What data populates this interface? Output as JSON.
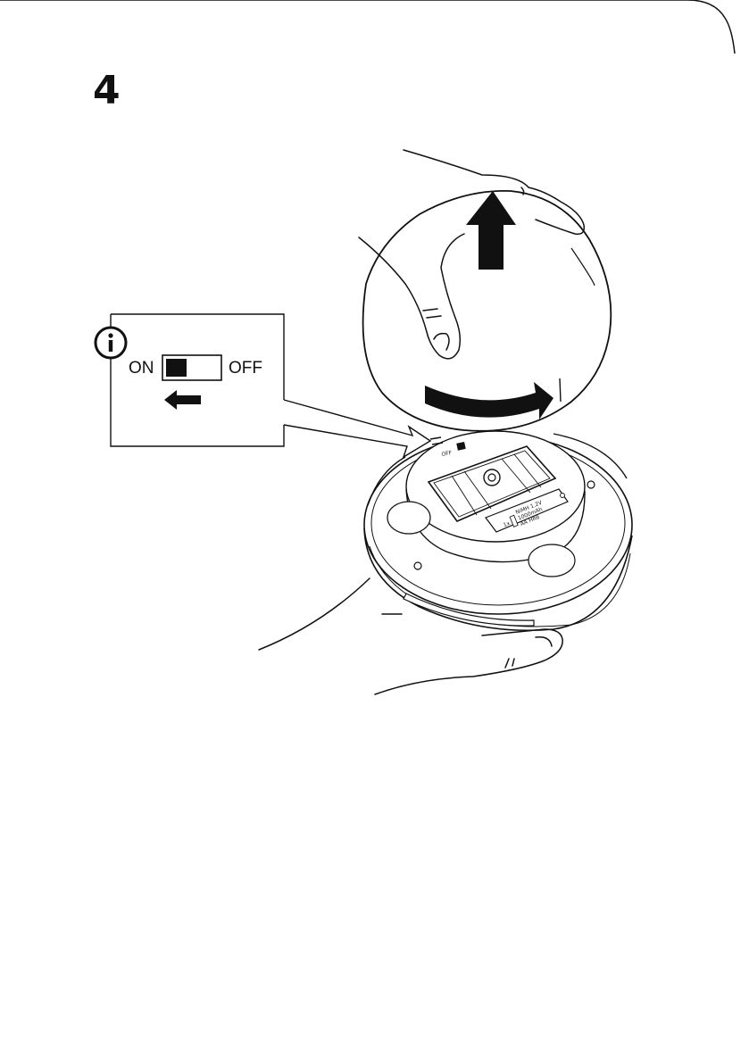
{
  "step": {
    "number": "4"
  },
  "info_box": {
    "icon": "info-icon",
    "switch_on_label": "ON",
    "switch_off_label": "OFF",
    "direction_icon": "arrow-left-icon"
  },
  "device": {
    "switch_marking": "OFF",
    "battery_label_lines": [
      "NiMH 1.2V",
      "1000mAh",
      "AA HR6"
    ],
    "battery_count": "1x"
  },
  "colors": {
    "ink": "#111111",
    "paper": "#ffffff"
  }
}
